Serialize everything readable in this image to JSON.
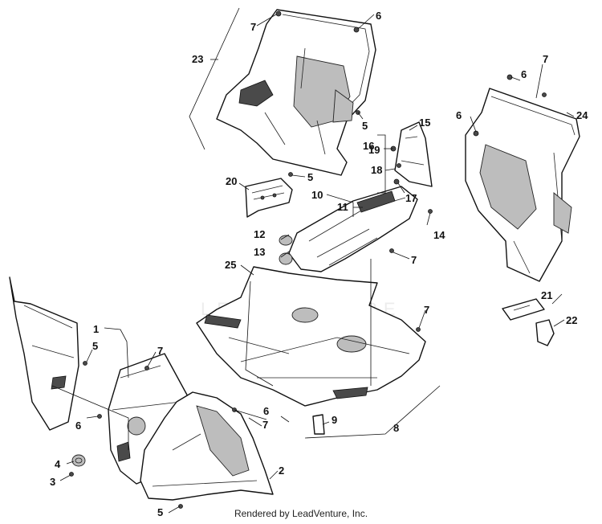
{
  "watermark": "LEADVENTURE",
  "footer": "Rendered by LeadVenture, Inc.",
  "callouts": {
    "c1": "1",
    "c2": "2",
    "c3": "3",
    "c4": "4",
    "c5a": "5",
    "c5b": "5",
    "c5c": "5",
    "c5d": "5",
    "c6a": "6",
    "c6b": "6",
    "c6c": "6",
    "c6d": "6",
    "c6e": "6",
    "c7a": "7",
    "c7b": "7",
    "c7c": "7",
    "c7d": "7",
    "c7e": "7",
    "c7f": "7",
    "c8": "8",
    "c9": "9",
    "c10": "10",
    "c11": "11",
    "c12": "12",
    "c13": "13",
    "c14": "14",
    "c15": "15",
    "c16": "16",
    "c17": "17",
    "c18": "18",
    "c19": "19",
    "c20": "20",
    "c21": "21",
    "c22": "22",
    "c23": "23",
    "c24": "24",
    "c25": "25"
  }
}
